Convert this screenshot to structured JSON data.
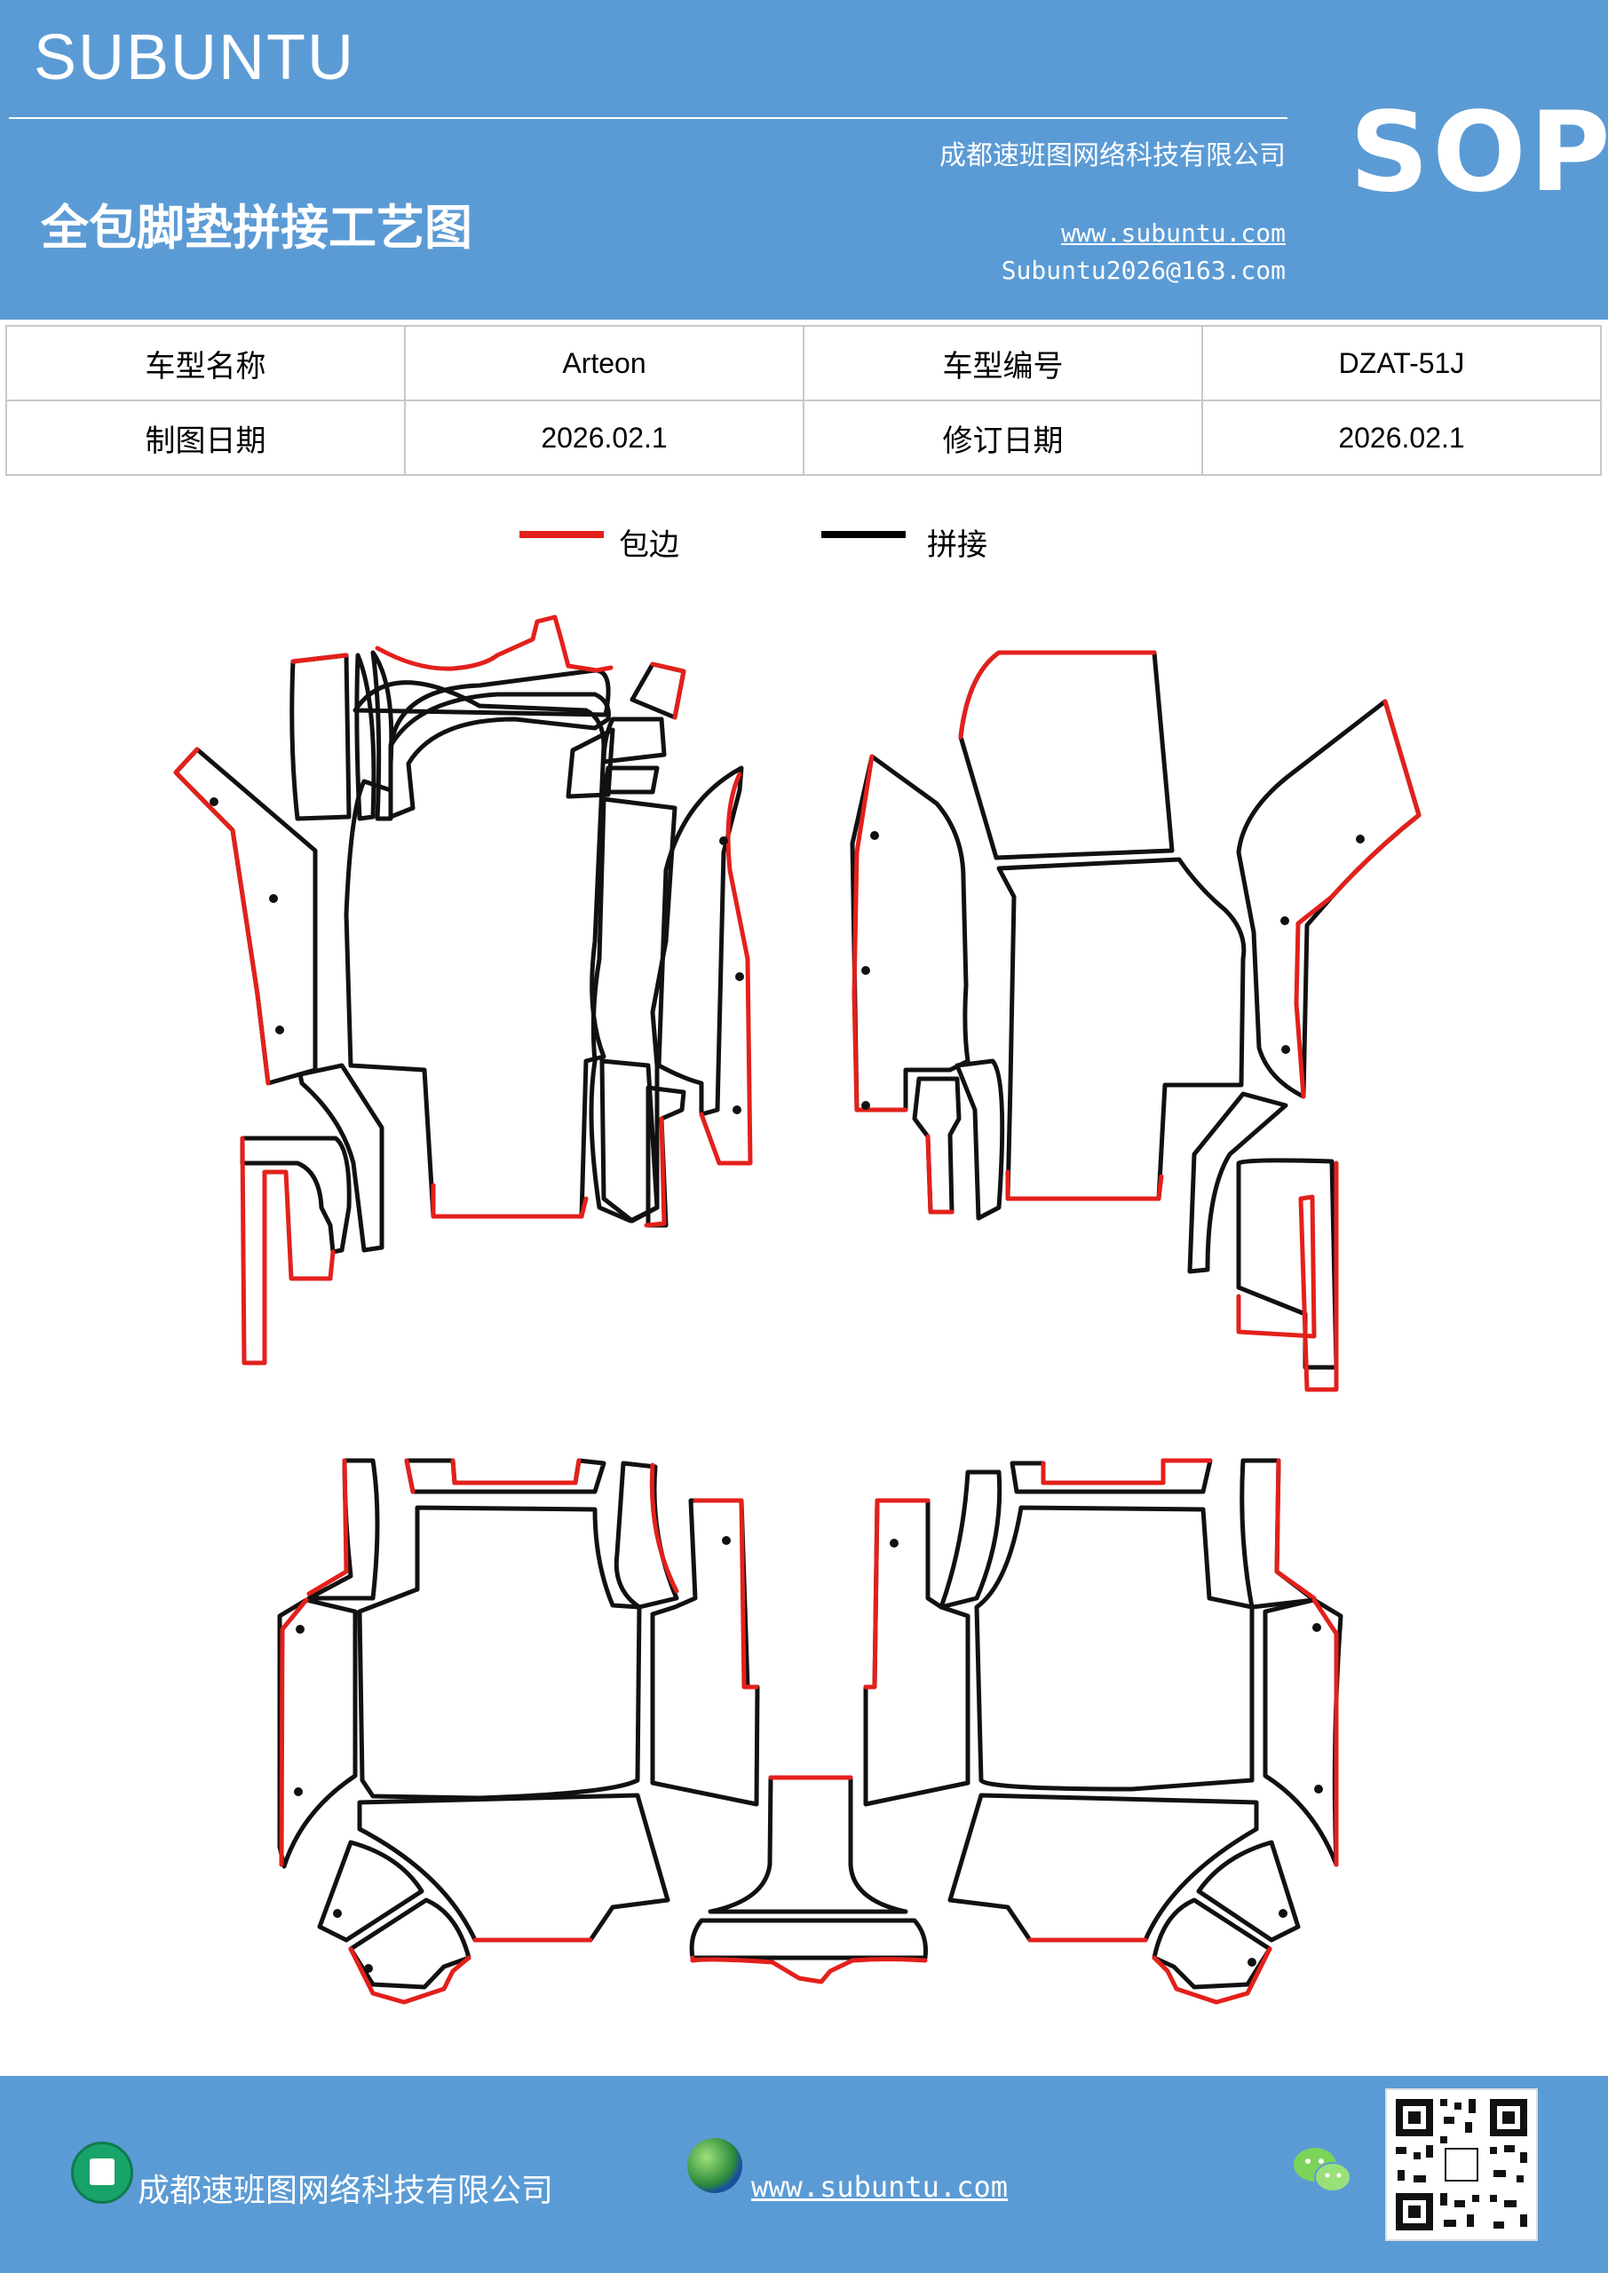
{
  "header": {
    "brand": "SUBUNTU",
    "title": "全包脚垫拼接工艺图",
    "company": "成都速班图网络科技有限公司",
    "website": "www.subuntu.com",
    "email": "Subuntu2026@163.com",
    "sop": "SOP",
    "accent_color": "#5b9bd5"
  },
  "info_table": {
    "rows": [
      [
        "车型名称",
        "Arteon",
        "车型编号",
        "DZAT-51J"
      ],
      [
        "制图日期",
        "2026.02.1",
        "修订日期",
        "2026.02.1"
      ]
    ]
  },
  "legend": {
    "items": [
      {
        "label": "包边",
        "color": "#e3201b"
      },
      {
        "label": "拼接",
        "color": "#000000"
      }
    ]
  },
  "footer": {
    "company": "成都速班图网络科技有限公司",
    "website": "www.subuntu.com",
    "icons": [
      "building-icon",
      "globe-icon",
      "wechat-icon",
      "qr-code"
    ]
  }
}
